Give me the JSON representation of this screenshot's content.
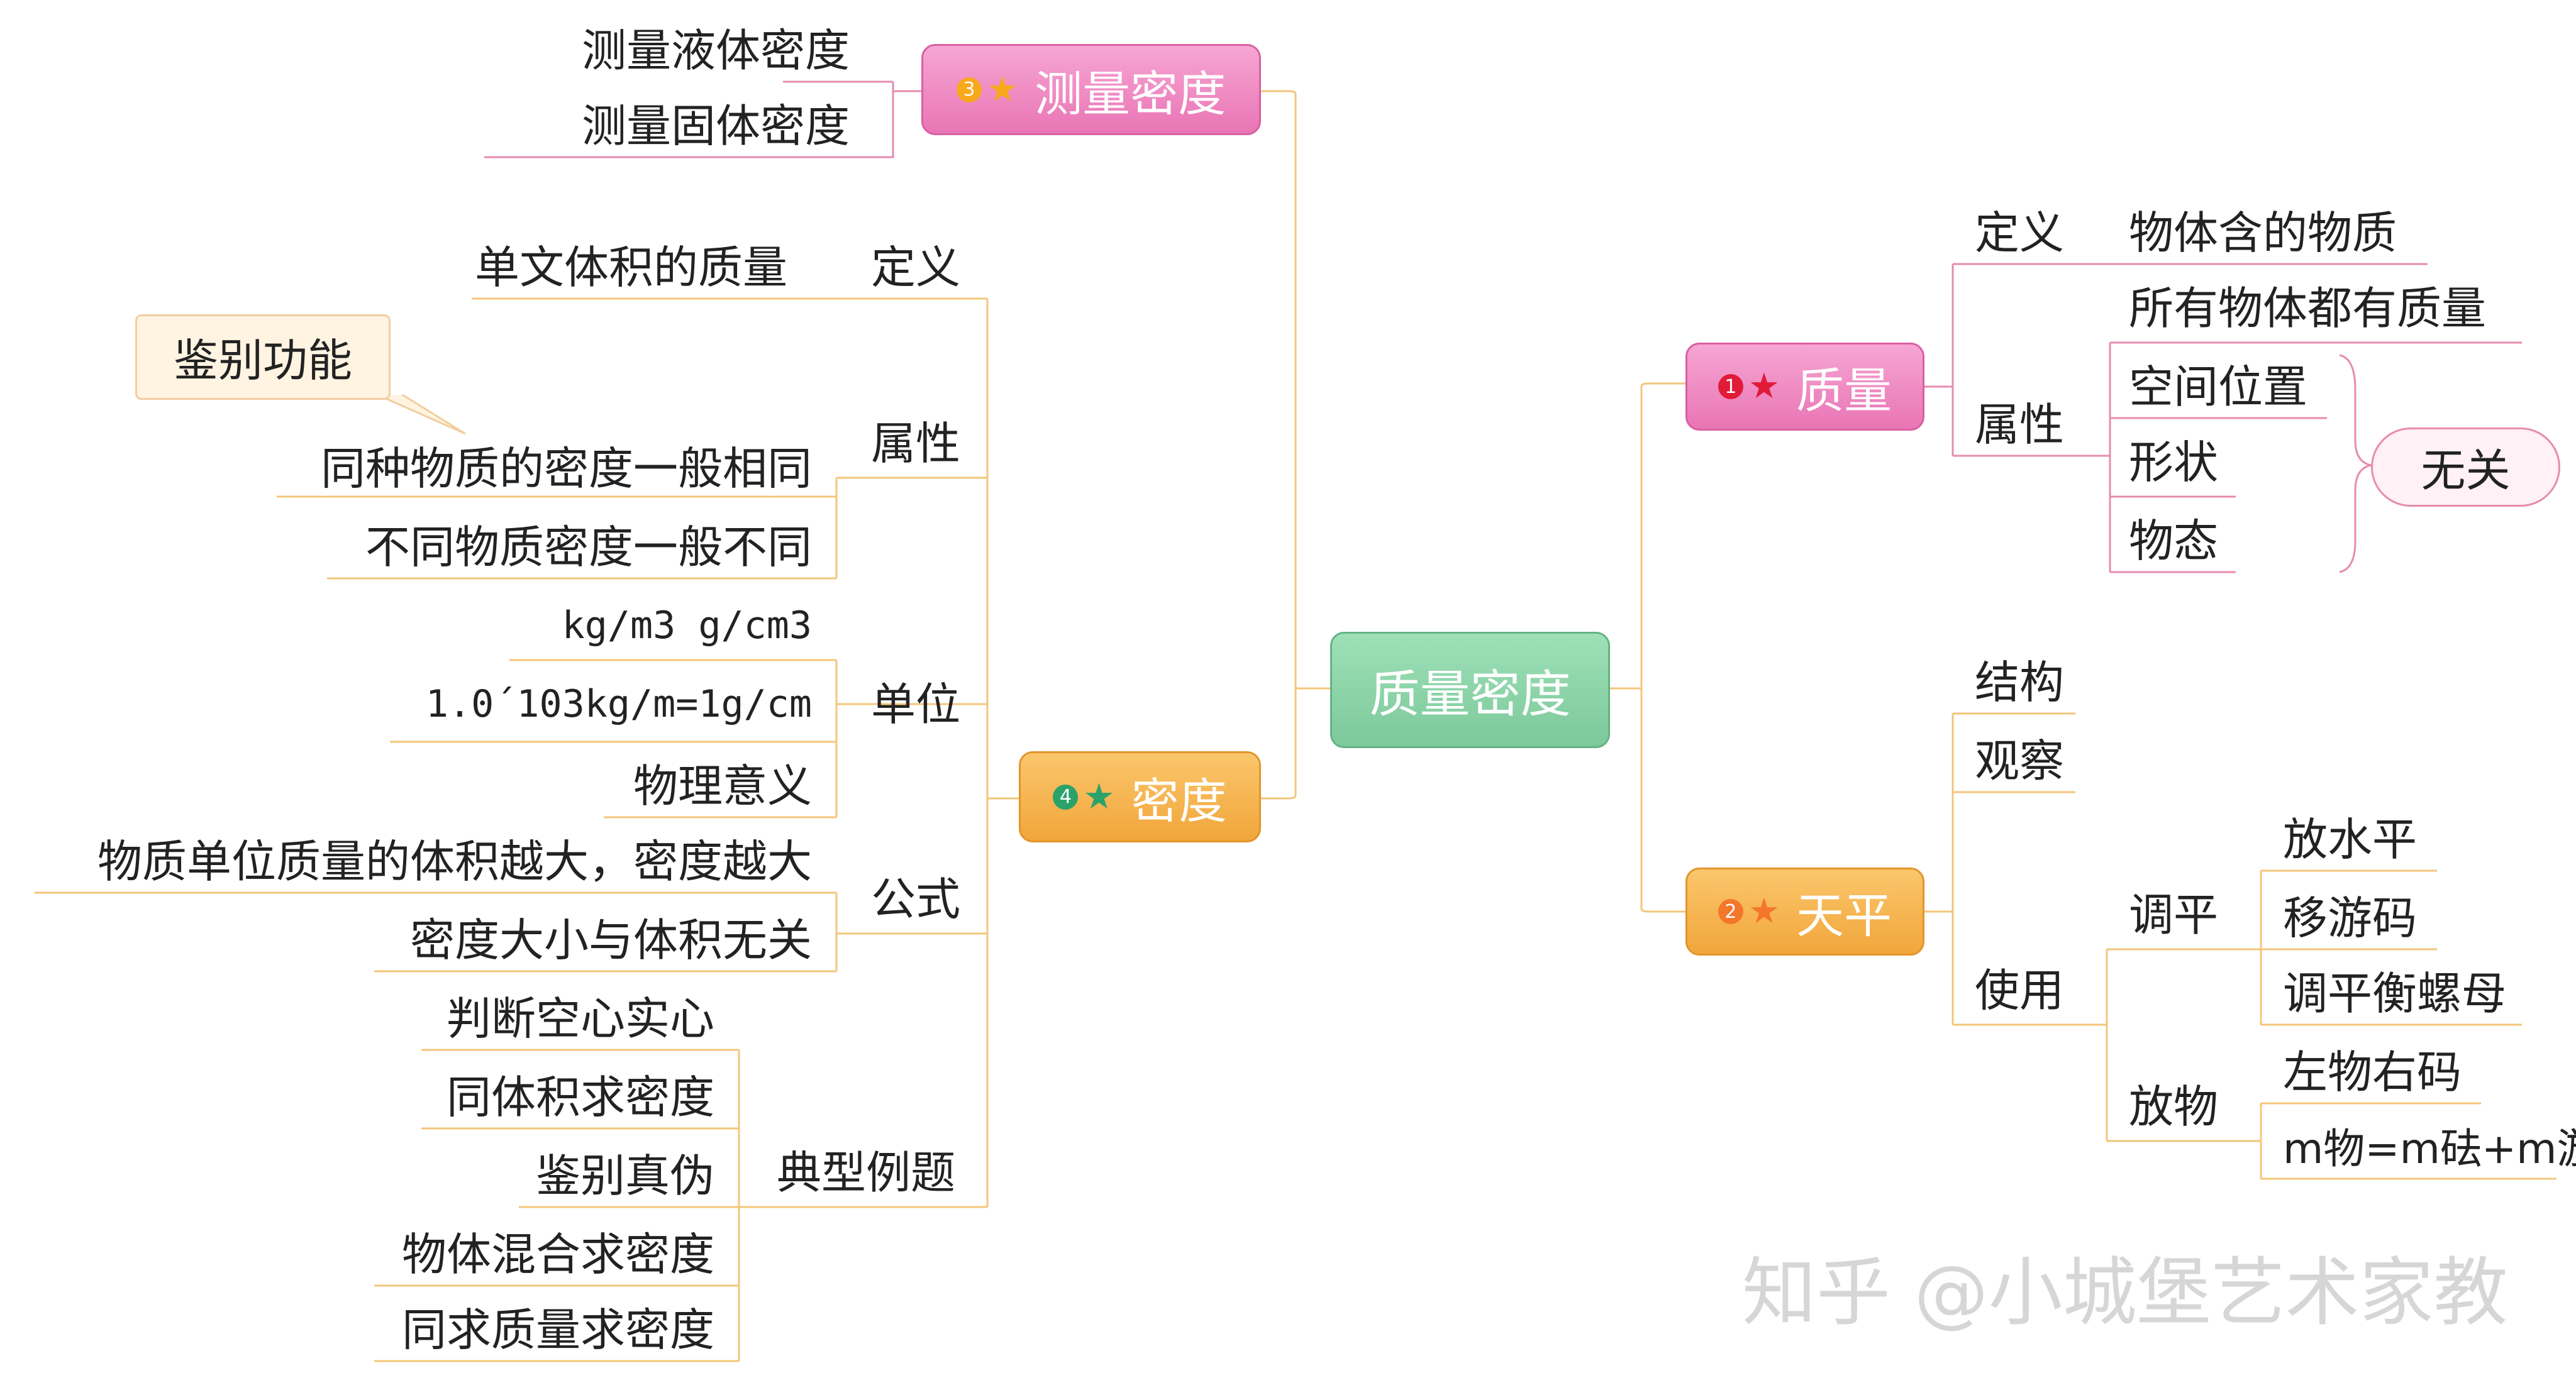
{
  "central": "质量密度",
  "branches": {
    "mass": {
      "number": "1",
      "label": "质量",
      "color": "#e11b37",
      "definition": {
        "label": "定义",
        "text": "物体含的物质"
      },
      "property": {
        "label": "属性",
        "all": "所有物体都有质量",
        "items": [
          "空间位置",
          "形状",
          "物态"
        ],
        "relation": "无关"
      }
    },
    "balance": {
      "number": "2",
      "label": "天平",
      "color": "#f4762a",
      "items": [
        "结构",
        "观察"
      ],
      "use": {
        "label": "使用",
        "leveling": {
          "label": "调平",
          "steps": [
            "放水平",
            "移游码",
            "调平衡螺母"
          ]
        },
        "placing": {
          "label": "放物",
          "steps": [
            "左物右码",
            "m物=m砝+m游"
          ]
        }
      }
    },
    "measure": {
      "number": "3",
      "label": "测量密度",
      "color": "#f7a81b",
      "items": [
        "测量液体密度",
        "测量固体密度"
      ]
    },
    "density": {
      "number": "4",
      "label": "密度",
      "color": "#2aa26a",
      "definition": {
        "label": "定义",
        "text": "单文体积的质量"
      },
      "property": {
        "label": "属性",
        "note": "鉴别功能",
        "items": [
          "同种物质的密度一般相同",
          "不同物质密度一般不同"
        ]
      },
      "unit": {
        "label": "单位",
        "items": [
          "kg/m3  g/cm3",
          "1.0´103kg/m=1g/cm",
          "物理意义"
        ]
      },
      "formula": {
        "label": "公式",
        "items": [
          "物质单位质量的体积越大，密度越大",
          "密度大小与体积无关"
        ]
      },
      "examples": {
        "label": "典型例题",
        "items": [
          "判断空心实心",
          "同体积求密度",
          "鉴别真伪",
          "物体混合求密度",
          "同求质量求密度"
        ]
      }
    }
  },
  "colors": {
    "line_orange": "#f3c67a",
    "line_pink": "#e78bb0",
    "star_gold": "#f7a81b"
  },
  "watermark": "知乎 @小城堡艺术家教"
}
